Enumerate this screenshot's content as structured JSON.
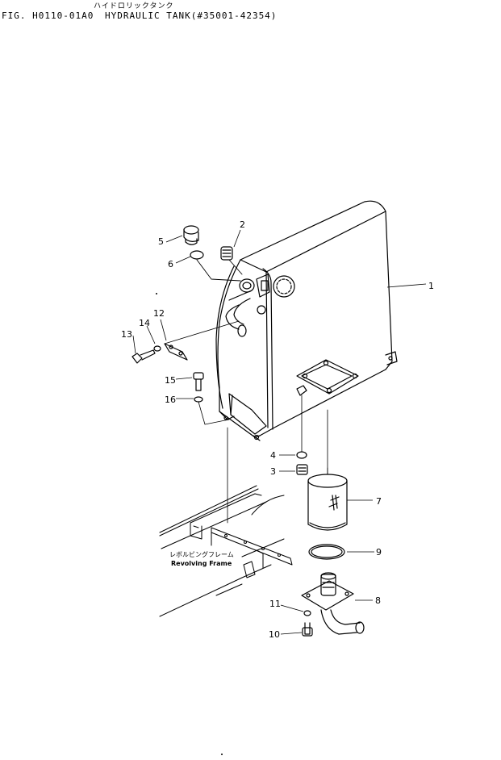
{
  "header": {
    "subtitle_jp": "ハイドロリックタンク",
    "fig_no": "FIG. H0110-01A0",
    "title": "HYDRAULIC TANK(#35001-42354)"
  },
  "frame_label": {
    "jp": "レボルビングフレーム",
    "en": "Revolving Frame"
  },
  "callouts": {
    "c1": "1",
    "c2": "2",
    "c3": "3",
    "c4": "4",
    "c5": "5",
    "c6": "6",
    "c7": "7",
    "c8": "8",
    "c9": "9",
    "c10": "10",
    "c11": "11",
    "c12": "12",
    "c13": "13",
    "c14": "14",
    "c15": "15",
    "c16": "16"
  }
}
